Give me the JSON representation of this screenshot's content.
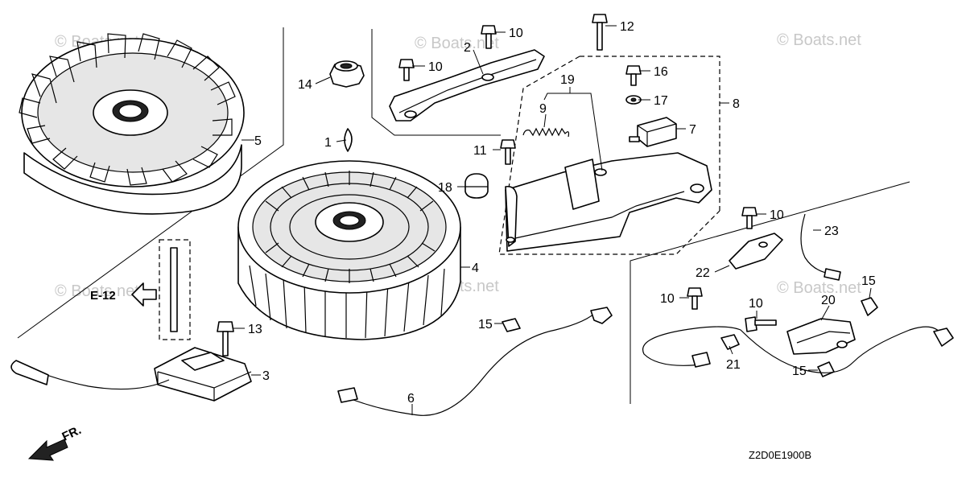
{
  "watermark": "© Boats.net",
  "diagram_code": "Z2D0E1900B",
  "ref_tag": "E-12",
  "front_tag": "FR.",
  "labels": {
    "p1": "1",
    "p2": "2",
    "p3": "3",
    "p4": "4",
    "p5": "5",
    "p6": "6",
    "p7": "7",
    "p8": "8",
    "p9": "9",
    "p10a": "10",
    "p10b": "10",
    "p10c": "10",
    "p10d": "10",
    "p10e": "10",
    "p11": "11",
    "p12": "12",
    "p13": "13",
    "p14": "14",
    "p15a": "15",
    "p15b": "15",
    "p15c": "15",
    "p16": "16",
    "p17": "17",
    "p18": "18",
    "p19": "19",
    "p20": "20",
    "p21": "21",
    "p22": "22",
    "p23": "23"
  }
}
